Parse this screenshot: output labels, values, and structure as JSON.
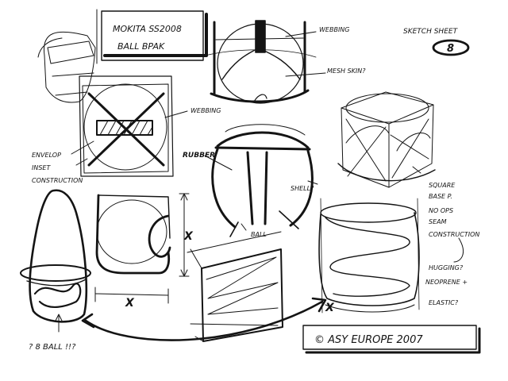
{
  "sheet": {
    "ink_color": "#141414",
    "paper_color": "#ffffff",
    "title_box": {
      "line1": "MOKITA SS2008",
      "line2": "BALL BPAK"
    },
    "sheet_label": "SKETCH SHEET",
    "sheet_number": "8",
    "copyright": "© ASY EUROPE 2007"
  },
  "annotations": {
    "webbing_top": "WEBBING",
    "mesh_skin": "MESH SKIN?",
    "webbing_left": "WEBBING",
    "envelop": "ENVELOP",
    "inset": "INSET",
    "construction_left": "CONSTRUCTION",
    "rubber": "RUBBER",
    "shell": "SHELL?",
    "ball": "BALL",
    "square": "SQUARE",
    "base_p": "BASE P.",
    "no_ops": "NO OPS",
    "seam": "SEAM",
    "construction_right": "CONSTRUCTION",
    "hugging": "HUGGING?",
    "neoprene": "NEOPRENE +",
    "elastic": "ELASTIC?",
    "ball_question": "? 8 BALL !!?",
    "x_marks": [
      "X",
      "X",
      "X"
    ]
  }
}
